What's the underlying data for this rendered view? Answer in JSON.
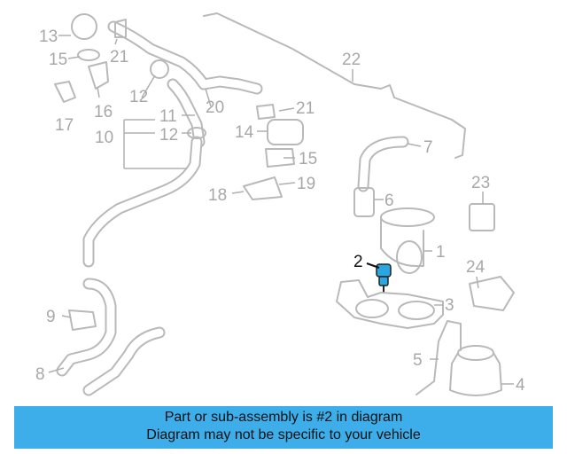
{
  "diagram": {
    "callouts": [
      "1",
      "2",
      "3",
      "4",
      "5",
      "6",
      "7",
      "8",
      "9",
      "10",
      "11",
      "12",
      "12",
      "13",
      "14",
      "15",
      "15",
      "16",
      "17",
      "18",
      "19",
      "20",
      "21",
      "21",
      "22",
      "23",
      "24"
    ],
    "highlighted_callout": "2",
    "highlight_color": "#2aa7e0"
  },
  "banner": {
    "line1": "Part or sub-assembly is #2 in diagram",
    "line2": "Diagram may not be specific to your vehicle",
    "background": "#3daee9"
  }
}
